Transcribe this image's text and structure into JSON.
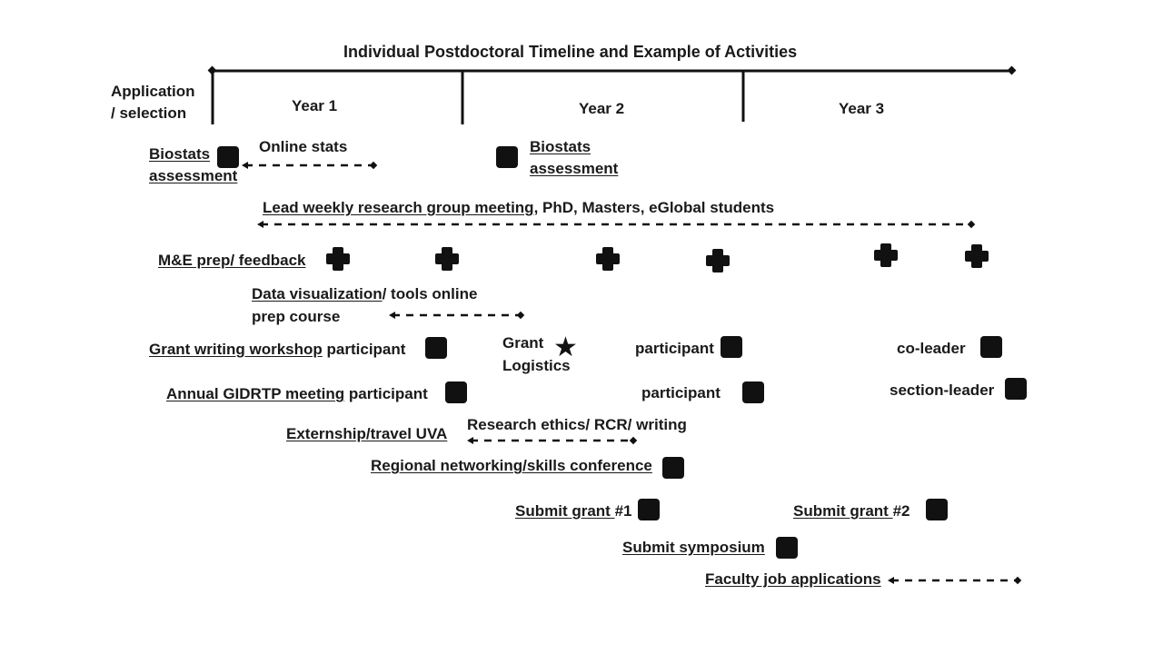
{
  "title": "Individual Postdoctoral Timeline and Example of Activities",
  "phases": {
    "application": "Application",
    "selection": "/ selection",
    "year1": "Year 1",
    "year2": "Year 2",
    "year3": "Year 3"
  },
  "activities": {
    "biostats_label1_line1": "Biostats",
    "biostats_label1_line2": "assessment",
    "online_stats": "Online stats",
    "biostats_label2_line1": "Biostats",
    "biostats_label2_line2": "assessment",
    "lead_weekly_underlined": "Lead weekly research group meeting",
    "lead_weekly_rest": ", PhD, Masters, eGlobal students",
    "me_prep": "M&E prep/ feedback",
    "data_vis_underlined": "Data visualization",
    "data_vis_rest": "/ tools online",
    "data_vis_line2": "prep course",
    "grant_workshop_underlined": "Grant writing workshop",
    "grant_workshop_rest": " participant",
    "grant_logistics_line1": "Grant",
    "grant_logistics_line2": "Logistics",
    "participant_y2_grant": "participant",
    "co_leader": "co-leader",
    "annual_meeting_underlined": "Annual GIDRTP meeting",
    "annual_meeting_rest": " participant",
    "participant_y2_annual": "participant",
    "section_leader": "section-leader",
    "externship": "Externship/travel UVA",
    "research_ethics": "Research ethics/ RCR/ writing",
    "regional_networking": "Regional networking/skills conference",
    "submit_grant1_underlined": "Submit grant ",
    "submit_grant1_rest": "#1",
    "submit_grant2_underlined": "Submit grant ",
    "submit_grant2_rest": "#2",
    "submit_symposium": "Submit symposium",
    "faculty_jobs": "Faculty job applications"
  },
  "markers": {
    "milestone": "square",
    "evaluation": "plus",
    "event": "star"
  }
}
